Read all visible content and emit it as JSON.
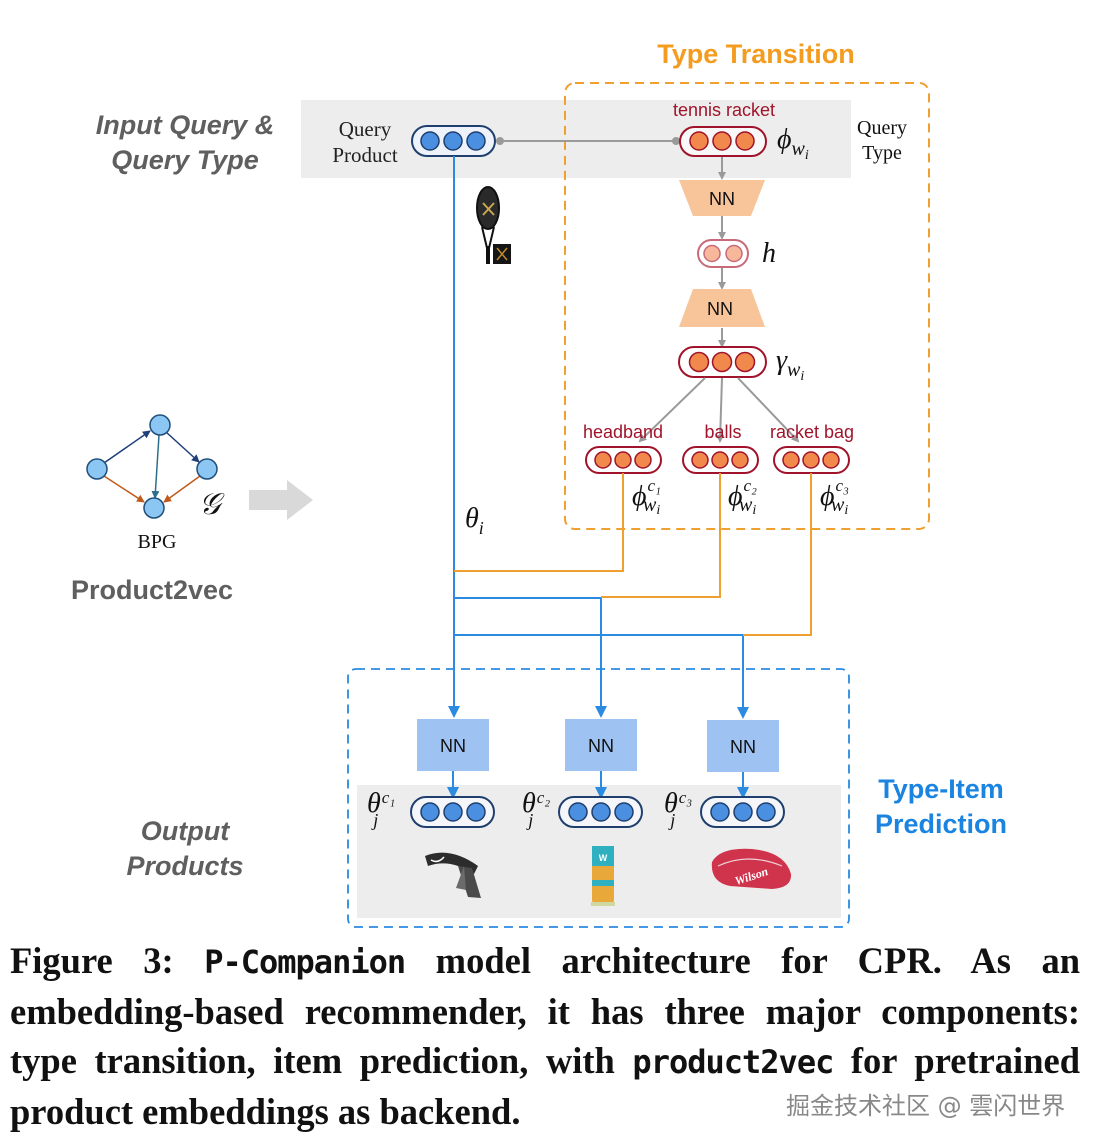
{
  "type_transition": {
    "title": "Type Transition",
    "query_type_label_line1": "Query",
    "query_type_label_line2": "Type",
    "query_type_name": "tennis racket",
    "phi_symbol": "ϕ",
    "phi_sub": "w",
    "phi_sub_i": "i",
    "nn1_label": "NN",
    "hidden_symbol": "h",
    "nn2_label": "NN",
    "gamma_symbol": "γ",
    "complementary_types": [
      {
        "name": "headband",
        "sup": "c₁"
      },
      {
        "name": "balls",
        "sup": "c₂"
      },
      {
        "name": "racket bag",
        "sup": "c₃"
      }
    ]
  },
  "input": {
    "title_line1": "Input Query &",
    "title_line2": "Query Type",
    "query_product_line1": "Query",
    "query_product_line2": "Product",
    "theta_symbol": "θ",
    "theta_sub": "i"
  },
  "product2vec": {
    "graph_label": "BPG",
    "graph_symbol": "𝒢",
    "title": "Product2vec"
  },
  "type_item_prediction": {
    "title_line1": "Type-Item",
    "title_line2": "Prediction",
    "nn_labels": [
      "NN",
      "NN",
      "NN"
    ],
    "outputs": [
      {
        "symbol": "θ",
        "sub": "j",
        "sup": "c₁",
        "product": "headband"
      },
      {
        "symbol": "θ",
        "sub": "j",
        "sup": "c₂",
        "product": "tennis balls"
      },
      {
        "symbol": "θ",
        "sub": "j",
        "sup": "c₃",
        "product": "racket bag"
      }
    ]
  },
  "output": {
    "title_line1": "Output",
    "title_line2": "Products"
  },
  "caption": {
    "prefix": "Figure 3: ",
    "model_name": "P-Companion",
    "text1": " model architecture for CPR. As an embedding-based recommender, it has three major components: type transition, item prediction, with ",
    "code_term": "product2vec",
    "text2": " for pretrained product embeddings as backend."
  },
  "watermark": "掘金技术社区 @ 雲闪世界",
  "colors": {
    "orange_title": "#f39c1f",
    "blue_title": "#1a84e0",
    "gray_title": "#5f5f5f",
    "dark_red": "#a0132b",
    "orange_node": "#f0894b",
    "blue_node": "#4a8fe0",
    "blue_line": "#2a8be0",
    "orange_line": "#f0a030",
    "nn_orange": "#f8c49a",
    "nn_blue": "#9ec2f2"
  }
}
